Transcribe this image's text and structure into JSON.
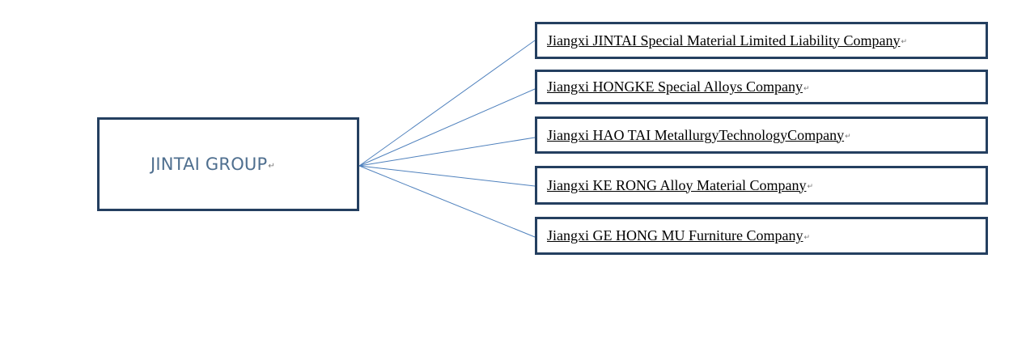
{
  "diagram": {
    "root": {
      "label": "JINTAI GROUP"
    },
    "children": [
      {
        "label": "Jiangxi JINTAI  Special Material Limited Liability Company"
      },
      {
        "label": "Jiangxi HONGKE  Special Alloys Company"
      },
      {
        "label": "Jiangxi HAO  TAI  MetallurgyTechnologyCompany"
      },
      {
        "label": "Jiangxi KE RONG  Alloy Material Company"
      },
      {
        "label": "Jiangxi GE HONG  MU Furniture Company"
      }
    ],
    "paragraph_mark": "↵",
    "colors": {
      "box_border": "#243f60",
      "connector": "#4f81bd",
      "root_text": "#4f6f8f"
    }
  }
}
